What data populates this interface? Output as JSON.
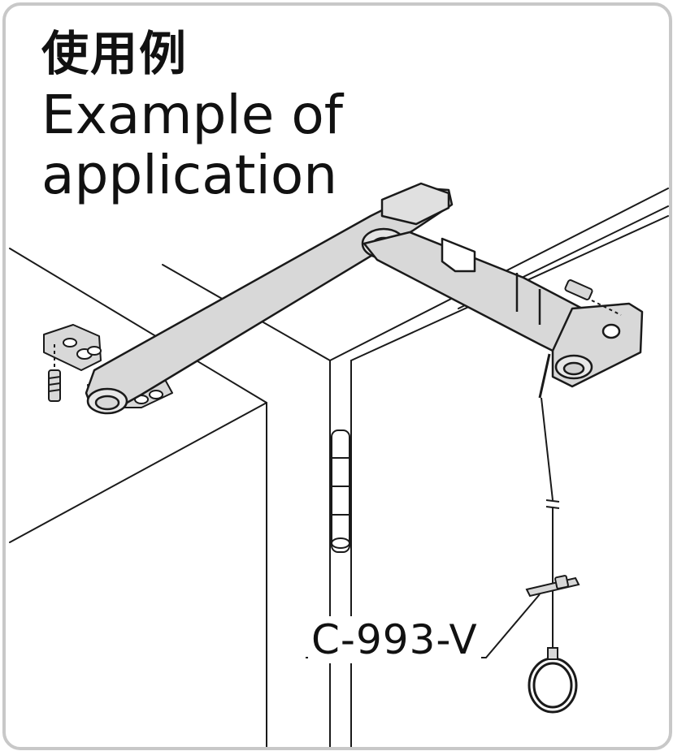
{
  "title": {
    "japanese": "使用例",
    "english_line1": "Example of",
    "english_line2": "application"
  },
  "part_label": "C-993-V",
  "colors": {
    "frame_border": "#c8c8c8",
    "line": "#1a1a1a",
    "part_fill": "#d8d8d8"
  }
}
